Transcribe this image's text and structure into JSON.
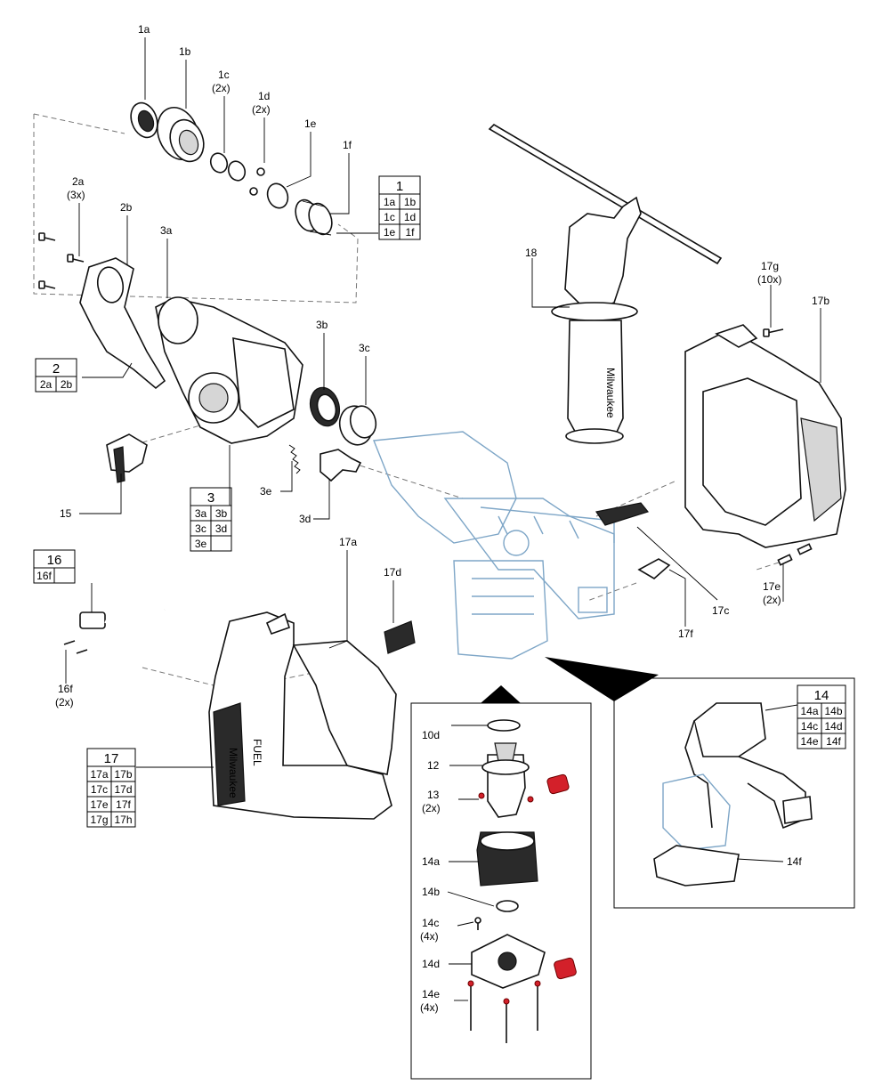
{
  "labels": {
    "l1a": "1a",
    "l1b": "1b",
    "l1c": "1c",
    "l1c_qty": "(2x)",
    "l1d": "1d",
    "l1d_qty": "(2x)",
    "l1e": "1e",
    "l1f": "1f",
    "l2a": "2a",
    "l2a_qty": "(3x)",
    "l2b": "2b",
    "l3a": "3a",
    "l3b": "3b",
    "l3c": "3c",
    "l3d": "3d",
    "l3e": "3e",
    "l15": "15",
    "l16f": "16f",
    "l16f_qty": "(2x)",
    "l17a": "17a",
    "l17b": "17b",
    "l17c": "17c",
    "l17d": "17d",
    "l17e": "17e",
    "l17e_qty": "(2x)",
    "l17f": "17f",
    "l17g": "17g",
    "l17g_qty": "(10x)",
    "l18": "18",
    "l10d": "10d",
    "l12": "12",
    "l13": "13",
    "l13_qty": "(2x)",
    "l14a": "14a",
    "l14b": "14b",
    "l14c": "14c",
    "l14c_qty": "(4x)",
    "l14d": "14d",
    "l14e": "14e",
    "l14e_qty": "(4x)",
    "l14f": "14f"
  },
  "tables": {
    "t1": {
      "head": "1",
      "cells": [
        "1a",
        "1b",
        "1c",
        "1d",
        "1e",
        "1f"
      ]
    },
    "t2": {
      "head": "2",
      "cells": [
        "2a",
        "2b"
      ]
    },
    "t3": {
      "head": "3",
      "cells": [
        "3a",
        "3b",
        "3c",
        "3d",
        "3e",
        ""
      ]
    },
    "t16": {
      "head": "16",
      "cells": [
        "16f",
        ""
      ]
    },
    "t17": {
      "head": "17",
      "cells": [
        "17a",
        "17b",
        "17c",
        "17d",
        "17e",
        "17f",
        "17g",
        "17h"
      ]
    },
    "t14": {
      "head": "14",
      "cells": [
        "14a",
        "14b",
        "14c",
        "14d",
        "14e",
        "14f"
      ]
    }
  },
  "logos": {
    "brand": "Milwaukee",
    "fuel": "FUEL"
  },
  "colors": {
    "highlight": "#d3202a",
    "ghost": "#7ea6c7"
  }
}
